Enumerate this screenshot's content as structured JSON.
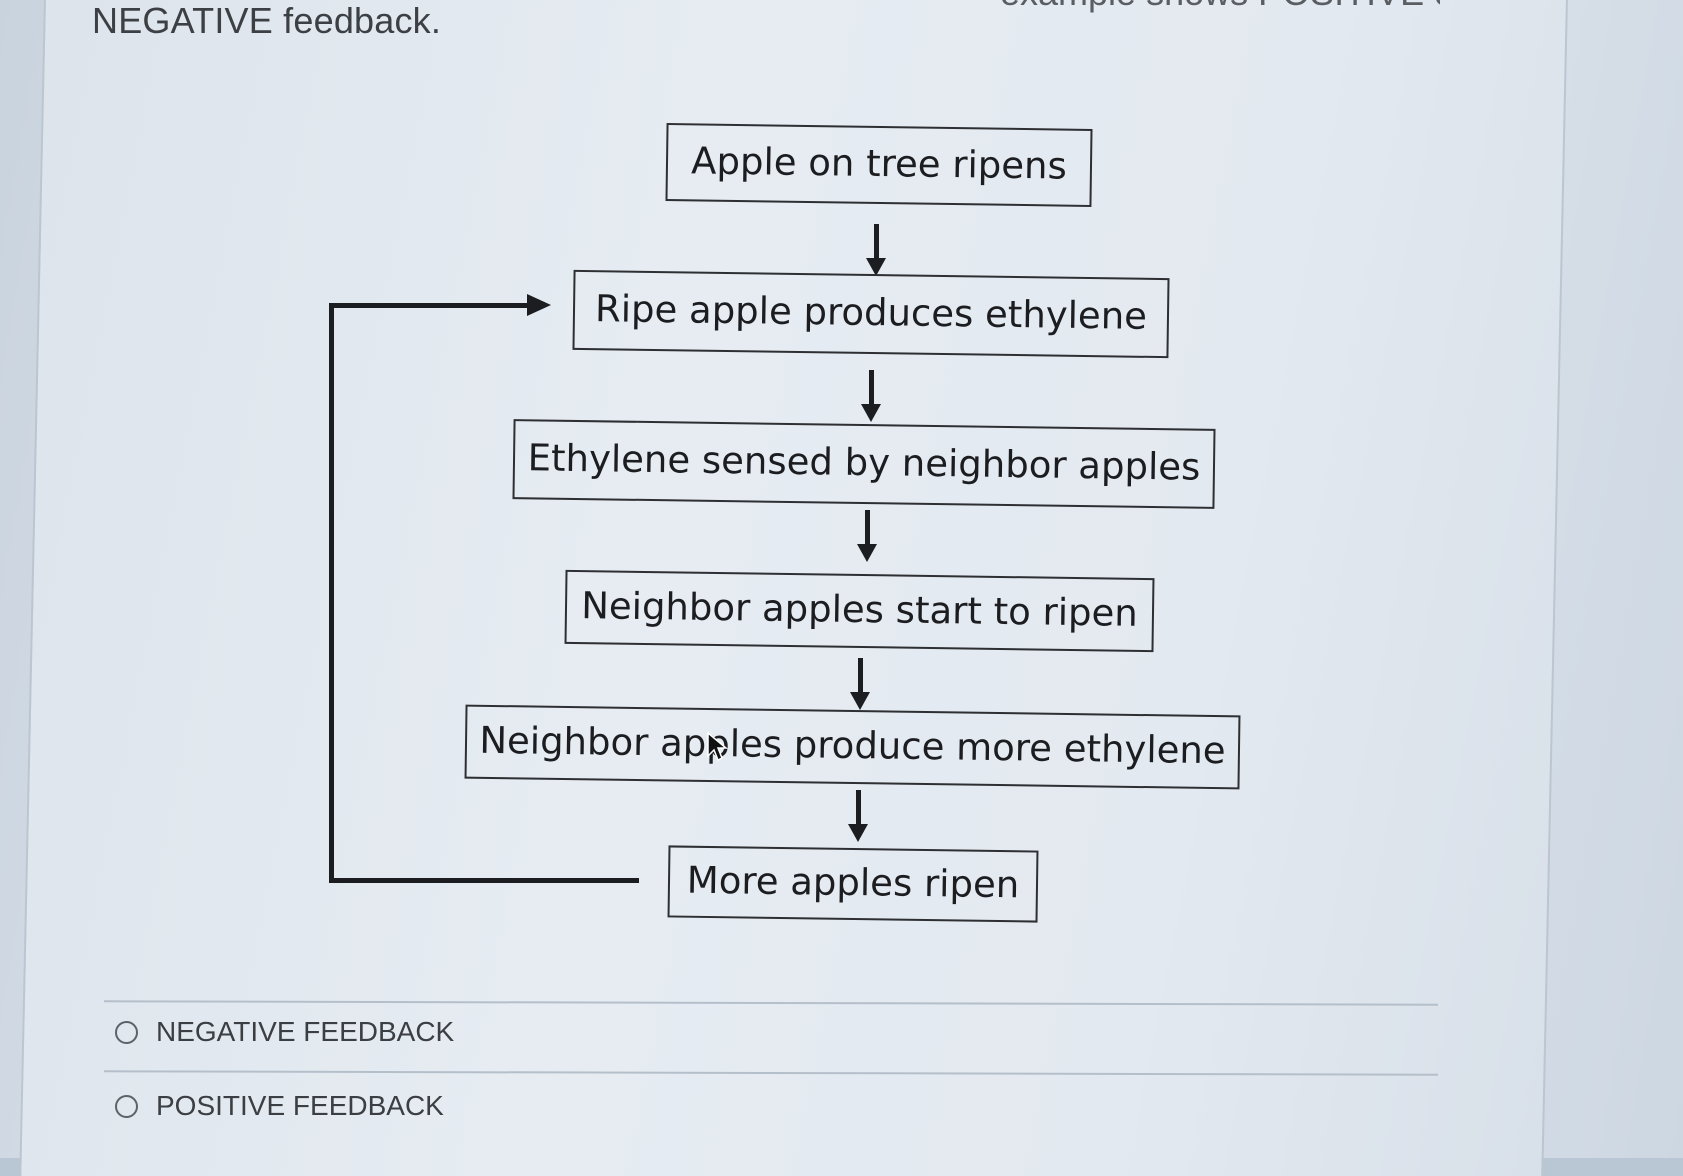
{
  "question": {
    "text_tail": "NEGATIVE feedback.",
    "text_top_right_partial": "example shows POSITIVE or"
  },
  "diagram": {
    "steps": [
      "Apple on tree ripens",
      "Ripe apple produces ethylene",
      "Ethylene sensed by neighbor apples",
      "Neighbor apples start to ripen",
      "Neighbor apples produce more ethylene",
      "More apples ripen"
    ]
  },
  "options": [
    {
      "label": "NEGATIVE FEEDBACK",
      "selected": false
    },
    {
      "label": "POSITIVE FEEDBACK",
      "selected": false
    }
  ],
  "icons": {
    "radio": "radio-circle-icon",
    "cursor": "mouse-pointer-icon",
    "arrow": "arrow-down-icon"
  },
  "colors": {
    "ink": "#1c1d20",
    "text": "#3c3f44",
    "background": "#e3e9f0"
  }
}
